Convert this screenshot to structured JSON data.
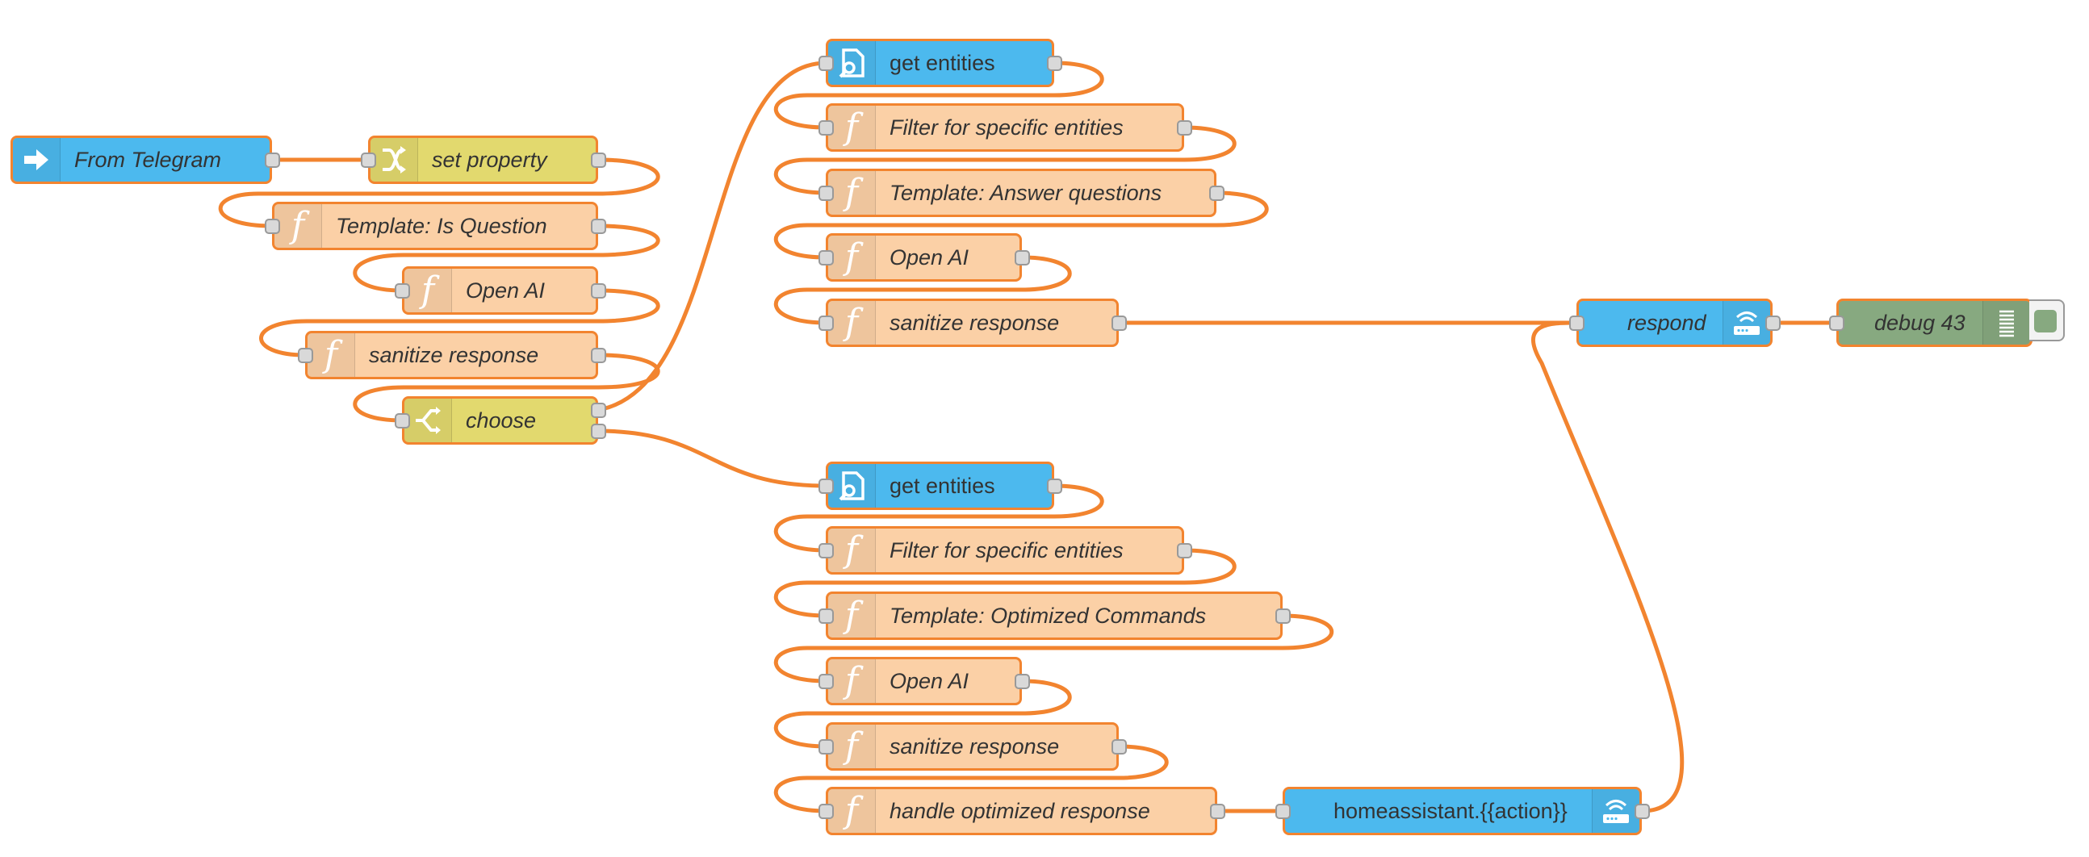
{
  "flow": {
    "nodes": {
      "from_telegram": "From Telegram",
      "set_property": "set property",
      "template_is_question": "Template: Is Question",
      "open_ai_1": "Open AI",
      "sanitize_response_1": "sanitize response",
      "choose": "choose",
      "get_entities_1": "get entities",
      "filter_1": "Filter for specific entities",
      "template_answer": "Template: Answer questions",
      "open_ai_2": "Open AI",
      "sanitize_response_2": "sanitize response",
      "respond": "respond",
      "debug": "debug 43",
      "get_entities_2": "get entities",
      "filter_2": "Filter for specific entities",
      "template_optimized": "Template: Optimized Commands",
      "open_ai_3": "Open AI",
      "sanitize_response_3": "sanitize response",
      "handle_optimized": "handle optimized response",
      "homeassistant_action": "homeassistant.{{action}}"
    }
  },
  "colors": {
    "wire": "#f2842f",
    "function_node": "#fbd0a6",
    "blue_node": "#4cb9ee",
    "yellow_node": "#e2d96e",
    "debug_node": "#87a980"
  },
  "icons": {
    "from_telegram": "arrow-right-icon",
    "set_property": "shuffle-icon",
    "function": "function-icon",
    "choose": "switch-icon",
    "get_entities": "search-document-icon",
    "respond": "router-icon",
    "homeassistant_action": "router-icon",
    "debug": "list-lines-icon"
  }
}
